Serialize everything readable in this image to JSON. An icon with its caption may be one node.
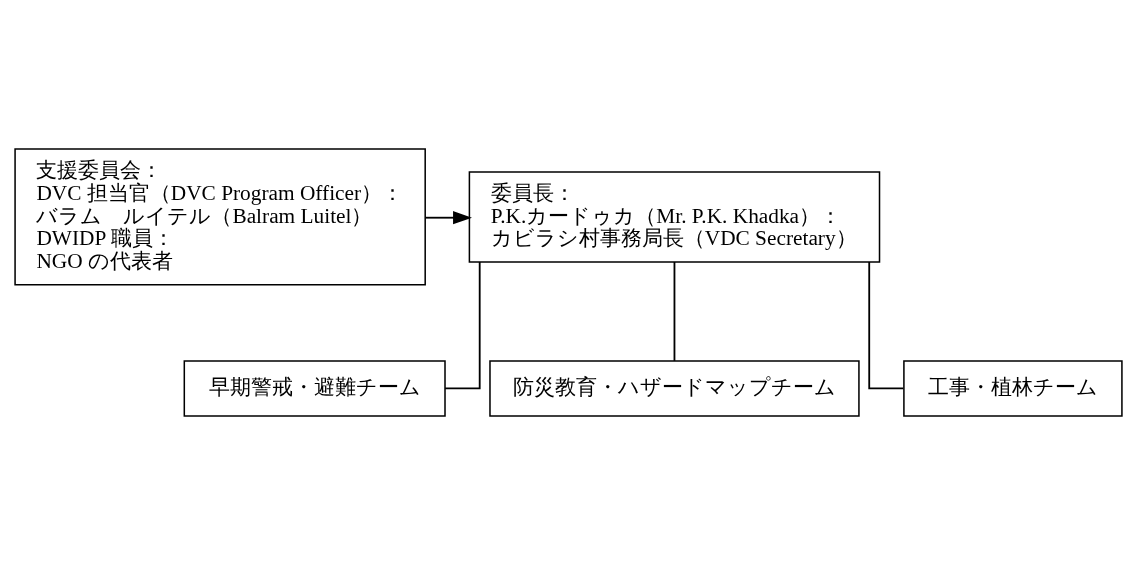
{
  "diagram": {
    "nodes": [
      {
        "text": [
          "委員長：",
          "P.K.カードゥカ（Mr. P.K. Khadka）：",
          "カビラシ村事務局長（VDC Secretary）"
        ]
      },
      {
        "text": [
          "支援委員会：",
          "DVC 担当官（DVC Program Officer）：",
          "バラム　ルイテル（Balram Luitel）",
          "DWIDP 職員：",
          "NGO の代表者"
        ]
      },
      {
        "text": [
          "早期警戒・避難チーム"
        ]
      },
      {
        "text": [
          "防災教育・ハザードマップチーム"
        ]
      },
      {
        "text": [
          "工事・植林チーム"
        ]
      }
    ],
    "edges": [
      {
        "from": 1,
        "to": 0,
        "arrow": "to"
      },
      {
        "from": 0,
        "to": 2,
        "arrow": "none"
      },
      {
        "from": 0,
        "to": 3,
        "arrow": "none"
      },
      {
        "from": 0,
        "to": 4,
        "arrow": "none"
      }
    ]
  }
}
